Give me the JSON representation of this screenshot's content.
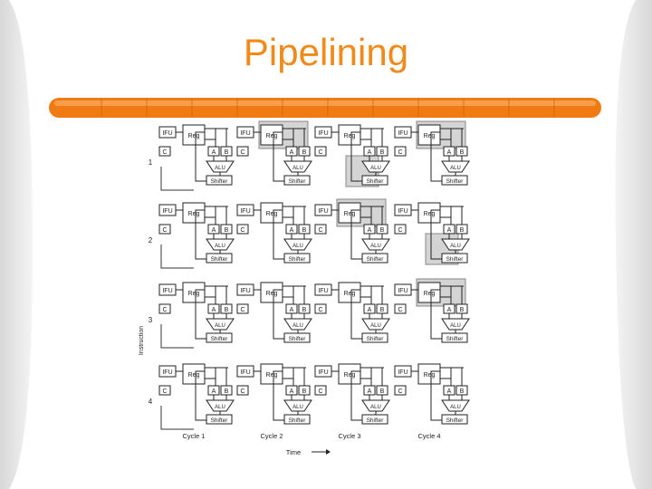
{
  "slide": {
    "title": "Pipelining",
    "accent_color": "#f08a1a",
    "bar_color": "#f07b12"
  },
  "figure": {
    "rows": [
      {
        "label": "1"
      },
      {
        "label": "2"
      },
      {
        "label": "3"
      },
      {
        "label": "4"
      }
    ],
    "cycles": [
      "Cycle 1",
      "Cycle 2",
      "Cycle 3",
      "Cycle 4"
    ],
    "time_label": "Time",
    "side_label": "Instruction",
    "unit_labels": {
      "ifu": "IFU",
      "reg": "Reg",
      "a": "A",
      "b": "B",
      "c": "C",
      "alu": "ALU",
      "shifter": "Shifter"
    },
    "highlight_color": "#d4d4d4"
  }
}
